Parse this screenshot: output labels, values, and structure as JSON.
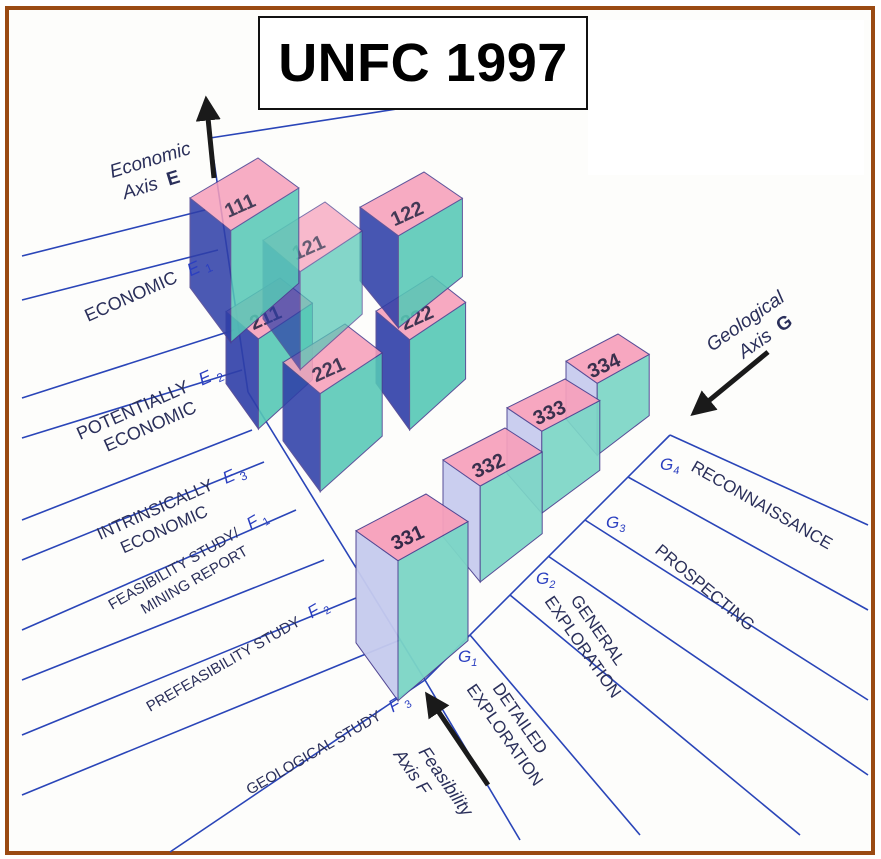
{
  "title": "UNFC 1997",
  "colors": {
    "frame": "#9a4a12",
    "axis_line": "#2a45b8",
    "label": "#2a2f5a",
    "sub": "#2b3fc0",
    "cube_top": "#f7a0bb",
    "cube_left": "#2f3fa8",
    "cube_right": "#56c8b6",
    "cube_light_left": "#c6cbee",
    "cube_light_right": "#7cd6c6"
  },
  "axes": {
    "economic": {
      "label_line1": "Economic",
      "label_line2": "Axis",
      "letter": "E"
    },
    "geological": {
      "label_line1": "Geological",
      "label_line2": "Axis",
      "letter": "G"
    },
    "feasibility": {
      "label_line1": "Feasibility",
      "label_line2": "Axis F"
    }
  },
  "economic_levels": [
    {
      "line1": "ECONOMIC",
      "line2": "",
      "code": "E",
      "sub": "1"
    },
    {
      "line1": "POTENTIALLY",
      "line2": "ECONOMIC",
      "code": "E",
      "sub": "2"
    },
    {
      "line1": "INTRINSICALLY",
      "line2": "ECONOMIC",
      "code": "E",
      "sub": "3"
    }
  ],
  "feasibility_levels": [
    {
      "line1": "FEASIBILITY STUDY/",
      "line2": "MINING REPORT",
      "code": "F",
      "sub": "1"
    },
    {
      "line1": "PREFEASIBILITY STUDY",
      "line2": "",
      "code": "F",
      "sub": "2"
    },
    {
      "line1": "GEOLOGICAL STUDY",
      "line2": "",
      "code": "F",
      "sub": "3"
    }
  ],
  "geological_levels": [
    {
      "code": "G",
      "sub": "1",
      "line1": "DETAILED",
      "line2": "EXPLORATION"
    },
    {
      "code": "G",
      "sub": "2",
      "line1": "GENERAL",
      "line2": "EXPLORATION"
    },
    {
      "code": "G",
      "sub": "3",
      "line1": "PROSPECTING",
      "line2": ""
    },
    {
      "code": "G",
      "sub": "4",
      "line1": "RECONNAISSANCE",
      "line2": ""
    }
  ],
  "cubes": [
    {
      "code": "111",
      "shade": "dark"
    },
    {
      "code": "121",
      "shade": "dark"
    },
    {
      "code": "122",
      "shade": "dark"
    },
    {
      "code": "211",
      "shade": "dark"
    },
    {
      "code": "221",
      "shade": "dark"
    },
    {
      "code": "222",
      "shade": "dark"
    },
    {
      "code": "331",
      "shade": "light"
    },
    {
      "code": "332",
      "shade": "light"
    },
    {
      "code": "333",
      "shade": "light"
    },
    {
      "code": "334",
      "shade": "light"
    }
  ]
}
